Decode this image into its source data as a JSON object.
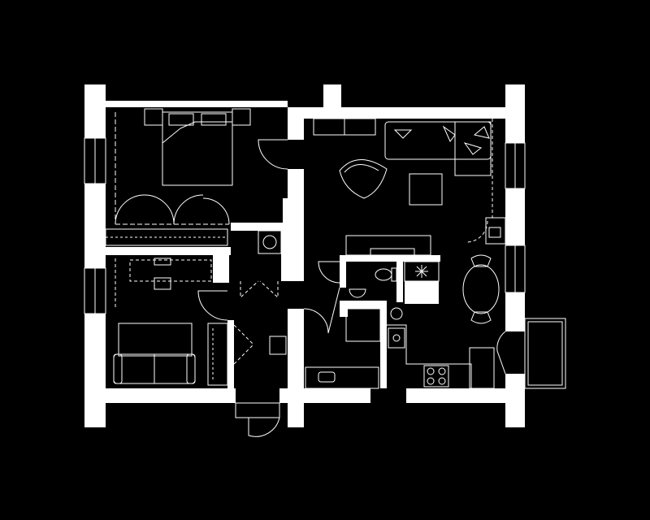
{
  "plan": {
    "background": "#000000",
    "wall_color": "#ffffff",
    "line_color": "#ffffff",
    "text_labels": []
  },
  "rooms": [
    {
      "id": "bedroom"
    },
    {
      "id": "study"
    },
    {
      "id": "living-room"
    },
    {
      "id": "kitchen"
    },
    {
      "id": "bathroom"
    },
    {
      "id": "toilet"
    },
    {
      "id": "hall"
    },
    {
      "id": "pantry"
    }
  ],
  "icons": [
    "double-bed-icon",
    "wardrobe-icon",
    "desk-icon",
    "sofa-icon",
    "armchair-icon",
    "coffee-table-icon",
    "dining-table-icon",
    "toilet-icon",
    "sink-icon",
    "bathtub-icon",
    "stove-icon",
    "washing-machine-icon",
    "radiator-icon",
    "door-swing-icon",
    "balcony-icon"
  ]
}
